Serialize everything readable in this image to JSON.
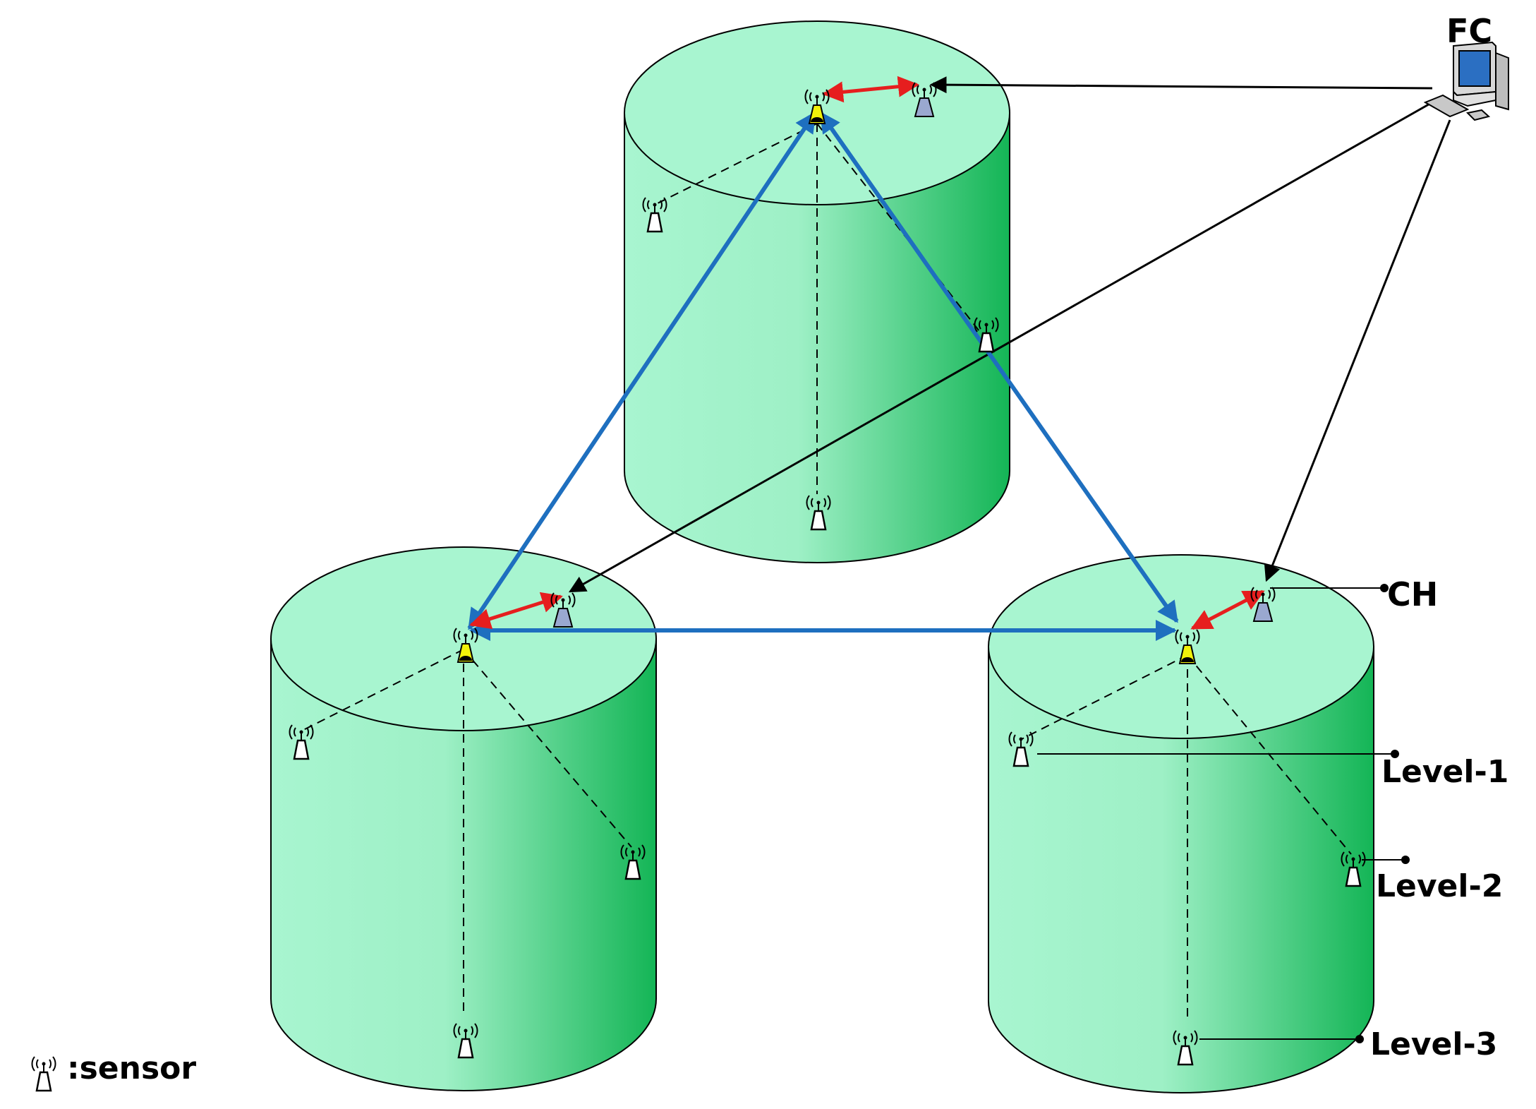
{
  "labels": {
    "fc": "FC",
    "ch": "CH",
    "level1": "Level-1",
    "level2": "Level-2",
    "level3": "Level-3",
    "legend_sensor": ":sensor"
  },
  "colors": {
    "cylinder_top": "#a8f5d0",
    "cylinder_light": "#a8f5d0",
    "cylinder_dark": "#14b556",
    "blue_link": "#1e6fbf",
    "red_link": "#e61e1e",
    "black_link": "#000000",
    "sensor_ch": "#9aa8d0",
    "sensor_head": "#f2f20a"
  },
  "icons": [
    "sensor-icon",
    "computer-icon"
  ]
}
